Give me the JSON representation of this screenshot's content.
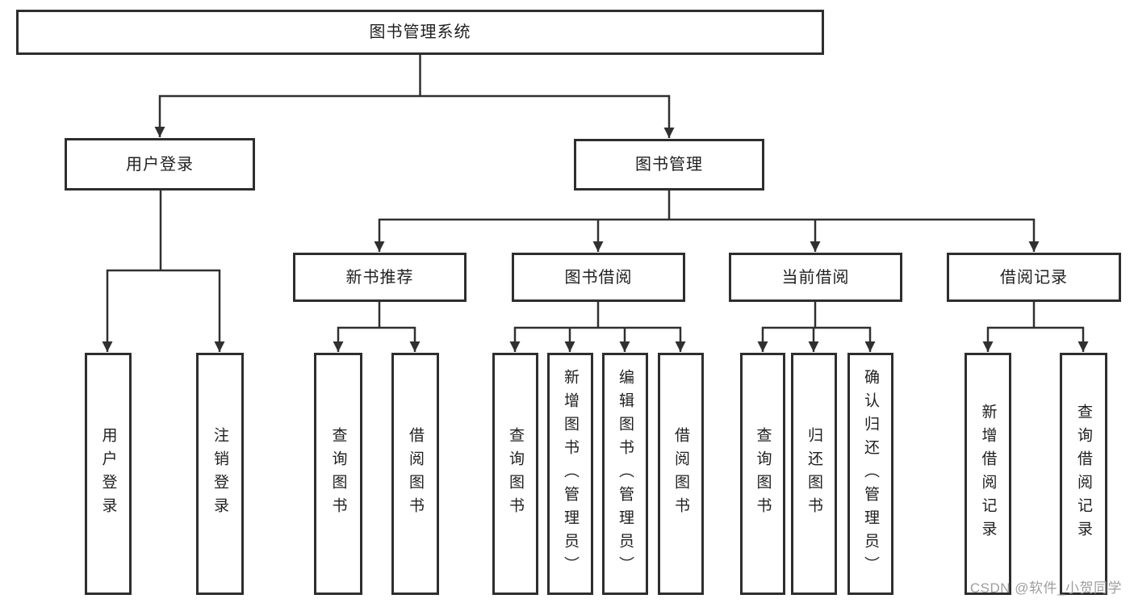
{
  "nodes": {
    "root": "图书管理系统",
    "user_login": "用户登录",
    "book_management": "图书管理",
    "new_book_recommend": "新书推荐",
    "book_borrowing": "图书借阅",
    "current_borrowing": "当前借阅",
    "borrowing_records": "借阅记录",
    "leaf_user_login": "用户登录",
    "leaf_logout": "注销登录",
    "leaf_query_book_a": "查询图书",
    "leaf_borrow_book_a": "借阅图书",
    "leaf_query_book_b": "查询图书",
    "leaf_add_book_admin": "新增图书（管理员）",
    "leaf_edit_book_admin": "编辑图书（管理员）",
    "leaf_borrow_book_b": "借阅图书",
    "leaf_query_book_c": "查询图书",
    "leaf_return_book": "归还图书",
    "leaf_confirm_return_admin": "确认归还（管理员）",
    "leaf_add_borrow_record": "新增借阅记录",
    "leaf_query_borrow_record": "查询借阅记录"
  },
  "hierarchy": {
    "图书管理系统": {
      "用户登录": [
        "用户登录",
        "注销登录"
      ],
      "图书管理": {
        "新书推荐": [
          "查询图书",
          "借阅图书"
        ],
        "图书借阅": [
          "查询图书",
          "新增图书（管理员）",
          "编辑图书（管理员）",
          "借阅图书"
        ],
        "当前借阅": [
          "查询图书",
          "归还图书",
          "确认归还（管理员）"
        ],
        "借阅记录": [
          "新增借阅记录",
          "查询借阅记录"
        ]
      }
    }
  },
  "watermark": "CSDN @软件_小贺同学",
  "colors": {
    "line": "#303030",
    "border": "#2e2e2e",
    "text": "#1f1f1f",
    "background": "#ffffff",
    "watermark": "#9e9e9e"
  }
}
